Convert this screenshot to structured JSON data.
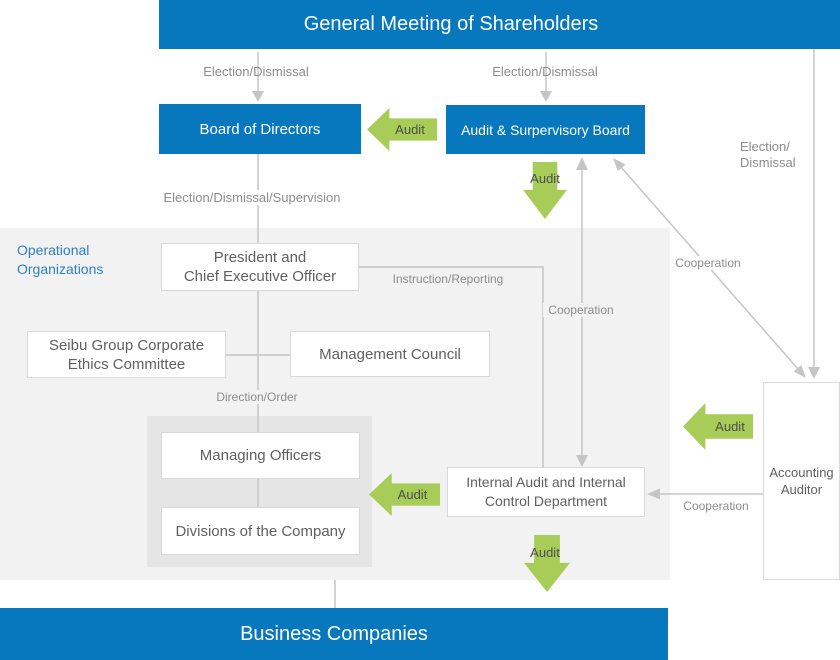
{
  "colors": {
    "blue": "#0878be",
    "green": "#a7cc58",
    "panel_bg": "#f2f2f2",
    "inner_container_bg": "#e5e5e5",
    "line_gray": "#c5c5c5",
    "label_gray": "#8c8c8c",
    "box_text": "#606060",
    "section_label_blue": "#2e80c0"
  },
  "banners": {
    "top": "General Meeting of Shareholders",
    "bottom": "Business Companies"
  },
  "section_label": {
    "line1": "Operational",
    "line2": "Organizations"
  },
  "boxes": {
    "board_of_directors": "Board of Directors",
    "audit_supervisory_board": "Audit & Surpervisory Board",
    "president": {
      "line1": "President and",
      "line2": "Chief Executive Officer"
    },
    "seibu": {
      "line1": "Seibu Group Corporate",
      "line2": "Ethics Committee"
    },
    "management_council": "Management Council",
    "managing_officers": "Managing Officers",
    "divisions": "Divisions of the Company",
    "internal_audit": {
      "line1": "Internal Audit and Internal",
      "line2": "Control Department"
    },
    "accounting_auditor": {
      "line1": "Accounting",
      "line2": "Auditor"
    }
  },
  "edge_labels": {
    "election_dismissal_left": "Election/Dismissal",
    "election_dismissal_mid": "Election/Dismissal",
    "election_dismissal_right": {
      "line1": "Election/",
      "line2": "Dismissal"
    },
    "election_dismissal_supervision": "Election/Dismissal/Supervision",
    "instruction_reporting": "Instruction/Reporting",
    "cooperation_vertical": "Cooperation",
    "cooperation_diagonal": "Cooperation",
    "cooperation_horizontal": "Cooperation",
    "direction_order": "Direction/Order",
    "audit_board": "Audit",
    "audit_asb_down": "Audit",
    "audit_managing": "Audit",
    "audit_accounting": "Audit",
    "audit_internal_down": "Audit"
  }
}
